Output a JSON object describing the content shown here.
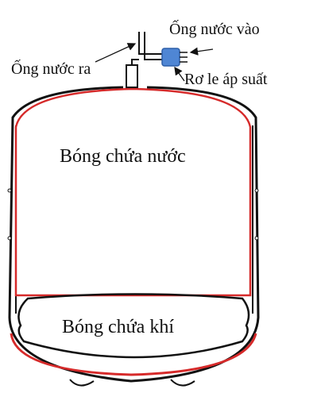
{
  "labels": {
    "inlet_pipe": "Ống nước vào",
    "outlet_pipe": "Ống nước ra",
    "pressure_switch": "Rơ le áp suất",
    "water_bladder": "Bóng chứa nước",
    "air_bladder": "Bóng chứa khí"
  },
  "colors": {
    "outline": "#111111",
    "bladder": "#d62a2a",
    "pressure_switch": "#4f86d4"
  }
}
